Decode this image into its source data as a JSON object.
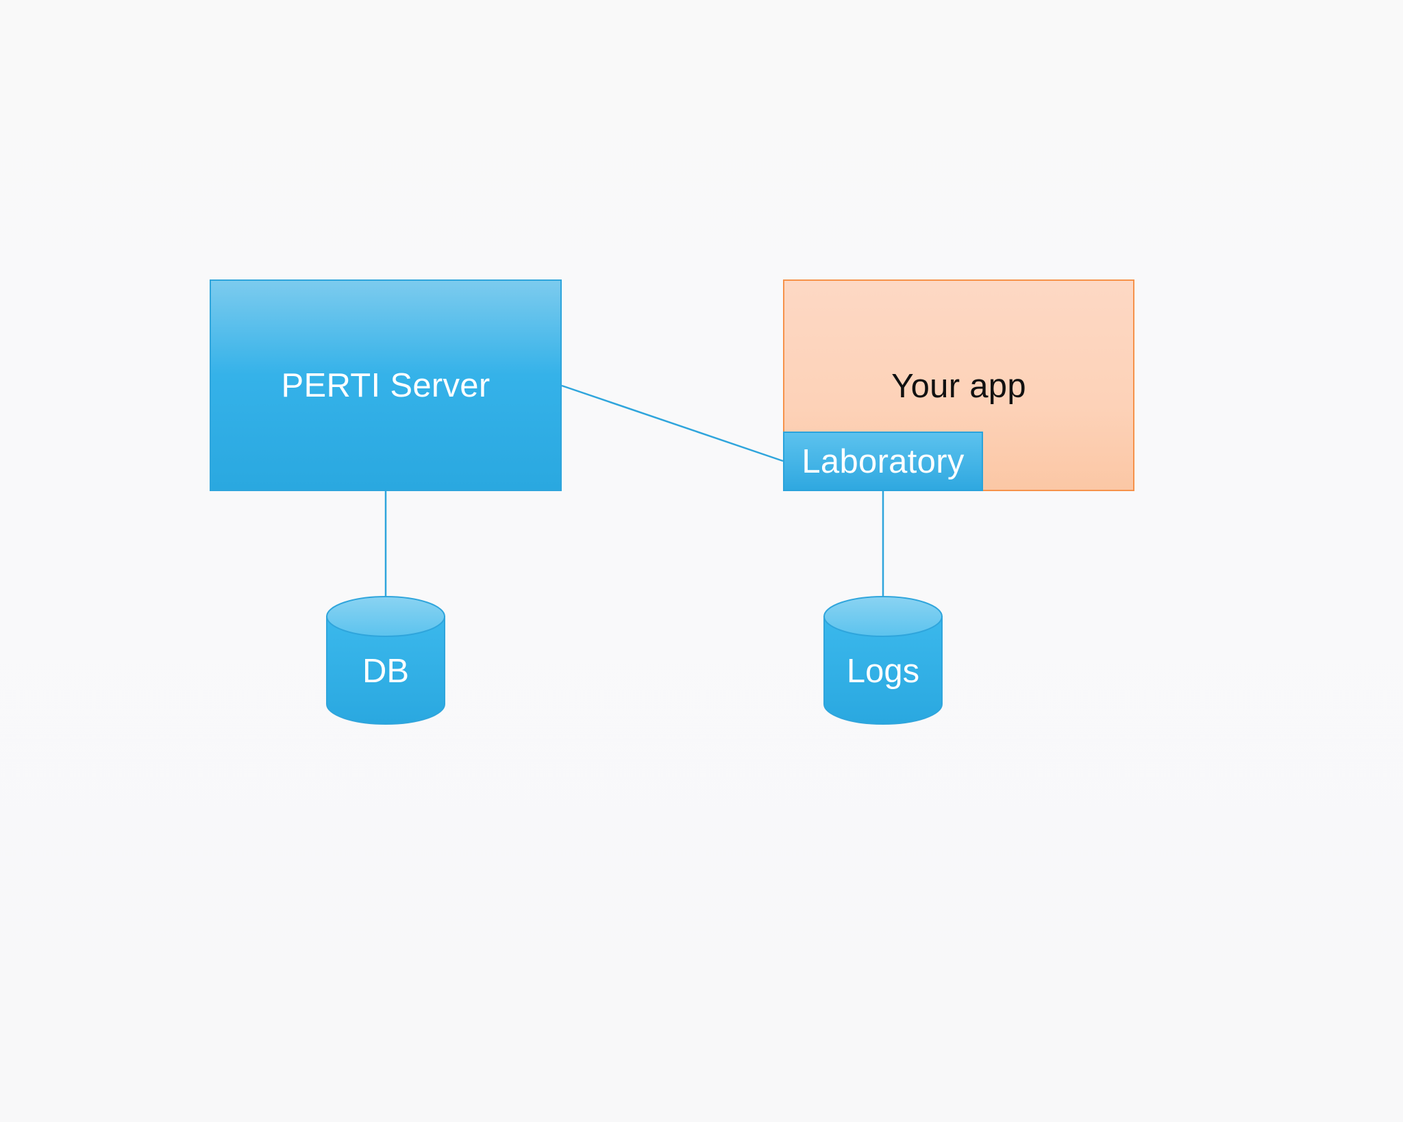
{
  "diagram": {
    "nodes": {
      "server": {
        "label": "PERTI Server"
      },
      "app": {
        "label": "Your app"
      },
      "laboratory": {
        "label": "Laboratory"
      },
      "db": {
        "label": "DB"
      },
      "logs": {
        "label": "Logs"
      }
    },
    "edges": [
      {
        "from": "server",
        "to": "laboratory"
      },
      {
        "from": "server",
        "to": "db"
      },
      {
        "from": "laboratory",
        "to": "logs"
      }
    ],
    "colors": {
      "blue_fill": "#2aa8e0",
      "blue_border": "#2fa5dc",
      "orange_fill": "#fdd2b8",
      "orange_border": "#f6924a",
      "connector": "#2fa5dc"
    }
  }
}
